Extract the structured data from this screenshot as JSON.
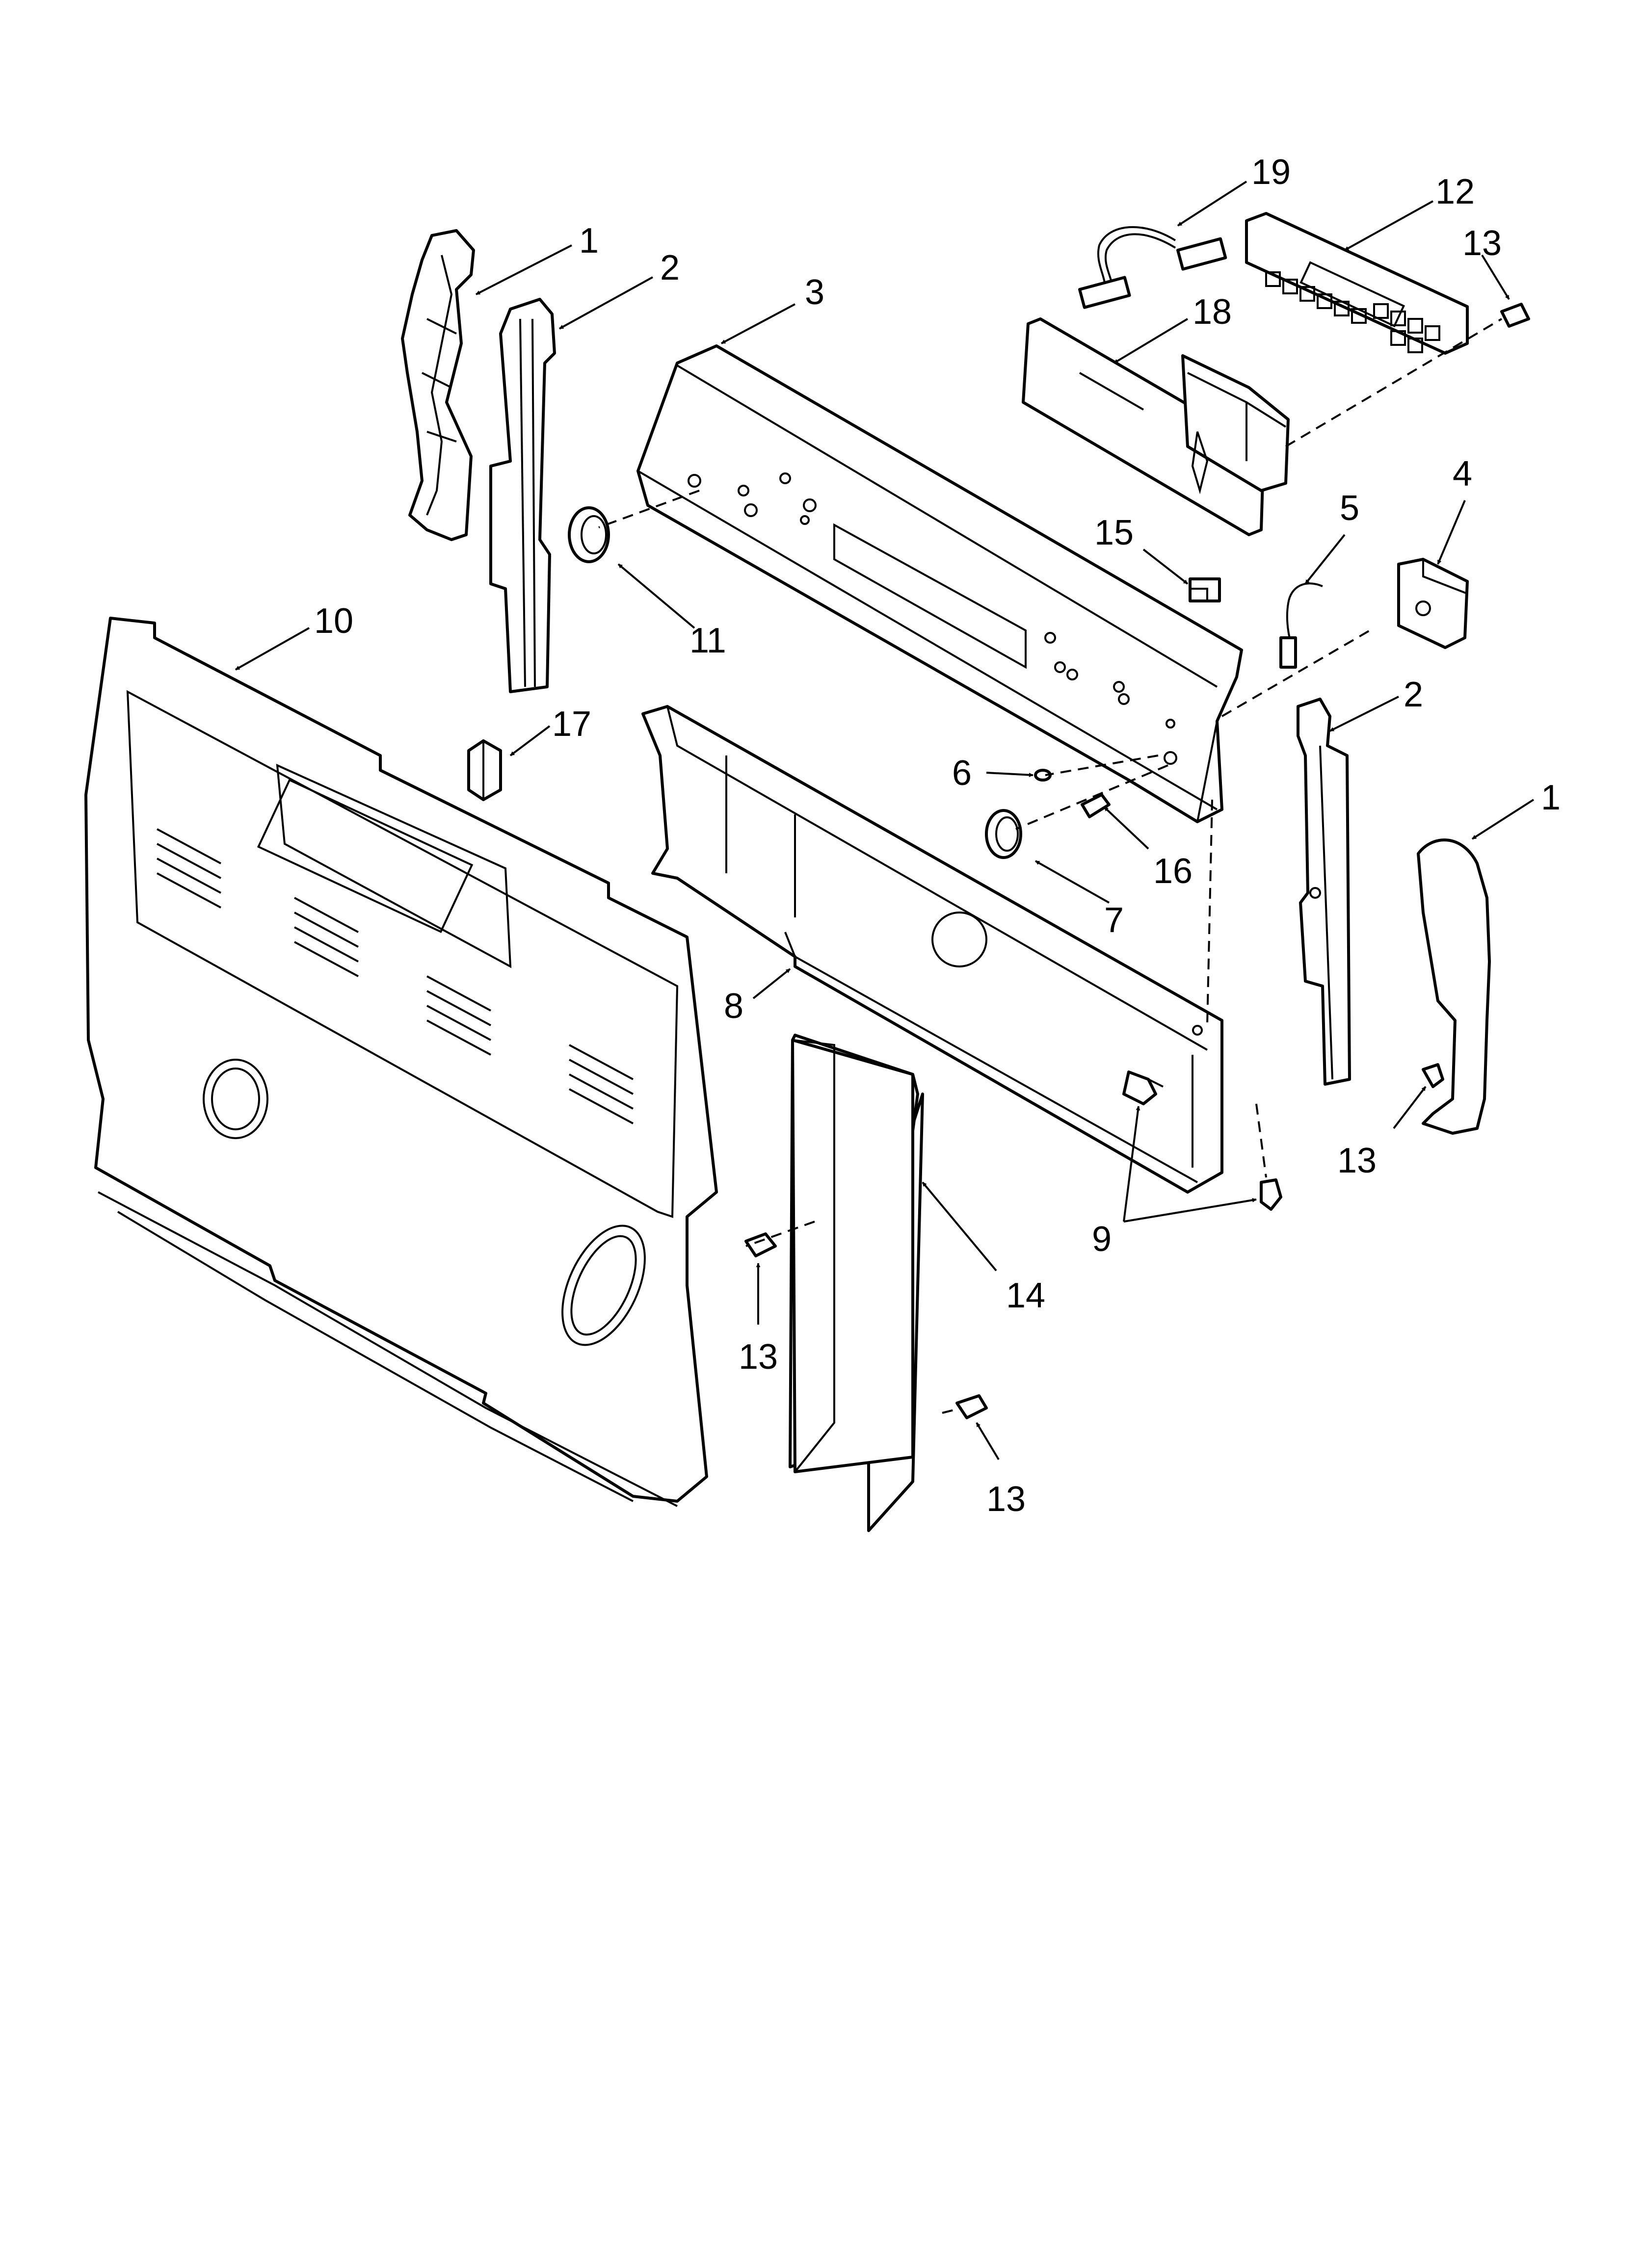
{
  "diagram": {
    "callouts": [
      {
        "id": "c1a",
        "text": "1"
      },
      {
        "id": "c1b",
        "text": "1"
      },
      {
        "id": "c2a",
        "text": "2"
      },
      {
        "id": "c2b",
        "text": "2"
      },
      {
        "id": "c3",
        "text": "3"
      },
      {
        "id": "c4",
        "text": "4"
      },
      {
        "id": "c5",
        "text": "5"
      },
      {
        "id": "c6",
        "text": "6"
      },
      {
        "id": "c7",
        "text": "7"
      },
      {
        "id": "c8",
        "text": "8"
      },
      {
        "id": "c9",
        "text": "9"
      },
      {
        "id": "c10",
        "text": "10"
      },
      {
        "id": "c11",
        "text": "11"
      },
      {
        "id": "c12",
        "text": "12"
      },
      {
        "id": "c13a",
        "text": "13"
      },
      {
        "id": "c13b",
        "text": "13"
      },
      {
        "id": "c13c",
        "text": "13"
      },
      {
        "id": "c13d",
        "text": "13"
      },
      {
        "id": "c14",
        "text": "14"
      },
      {
        "id": "c15",
        "text": "15"
      },
      {
        "id": "c16",
        "text": "16"
      },
      {
        "id": "c17",
        "text": "17"
      },
      {
        "id": "c18",
        "text": "18"
      },
      {
        "id": "c19",
        "text": "19"
      }
    ]
  }
}
